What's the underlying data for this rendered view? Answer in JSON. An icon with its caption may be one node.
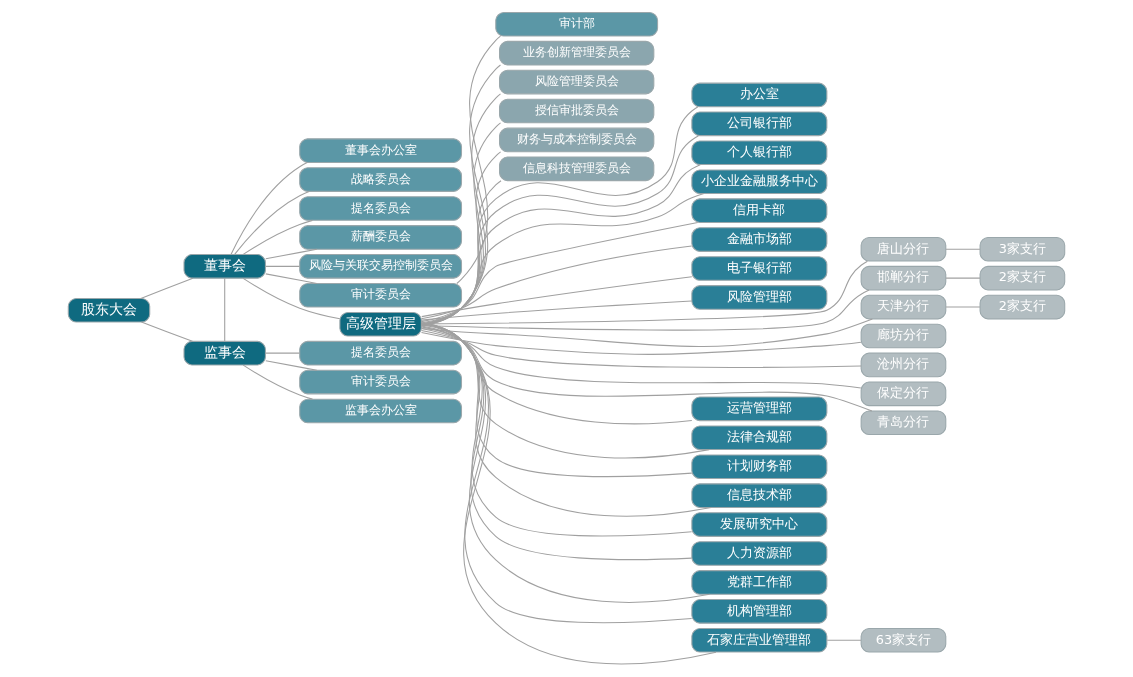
{
  "diagram": {
    "nodes": [
      {
        "text": [
          "股东大会"
        ]
      },
      {
        "text": [
          "董事会"
        ]
      },
      {
        "text": [
          "董事会办公室"
        ]
      },
      {
        "text": [
          "战略委员会"
        ]
      },
      {
        "text": [
          "提名委员会"
        ]
      },
      {
        "text": [
          "薪酬委员会"
        ]
      },
      {
        "text": [
          "风险与关联交易控制委员会"
        ]
      },
      {
        "text": [
          "审计委员会"
        ]
      },
      {
        "text": [
          "审计部"
        ]
      },
      {
        "text": [
          "高级管理层"
        ]
      },
      {
        "text": [
          "业务创新管理委员会"
        ]
      },
      {
        "text": [
          "风险管理委员会"
        ]
      },
      {
        "text": [
          "授信审批委员会"
        ]
      },
      {
        "text": [
          "财务与成本控制委员会"
        ]
      },
      {
        "text": [
          "信息科技管理委员会"
        ]
      },
      {
        "text": [
          "办公室"
        ]
      },
      {
        "text": [
          "公司银行部"
        ]
      },
      {
        "text": [
          "个人银行部"
        ]
      },
      {
        "text": [
          "小企业金融服务中心"
        ]
      },
      {
        "text": [
          "信用卡部"
        ]
      },
      {
        "text": [
          "金融市场部"
        ]
      },
      {
        "text": [
          "电子银行部"
        ]
      },
      {
        "text": [
          "风险管理部"
        ]
      },
      {
        "text": [
          "运营管理部"
        ]
      },
      {
        "text": [
          "法律合规部"
        ]
      },
      {
        "text": [
          "计划财务部"
        ]
      },
      {
        "text": [
          "信息技术部"
        ]
      },
      {
        "text": [
          "发展研究中心"
        ]
      },
      {
        "text": [
          "人力资源部"
        ]
      },
      {
        "text": [
          "党群工作部"
        ]
      },
      {
        "text": [
          "机构管理部"
        ]
      },
      {
        "text": [
          "石家庄营业管理部"
        ]
      },
      {
        "text": [
          "63家支行"
        ]
      },
      {
        "text": [
          "唐山分行"
        ]
      },
      {
        "text": [
          "邯郸分行"
        ]
      },
      {
        "text": [
          "天津分行"
        ]
      },
      {
        "text": [
          "廊坊分行"
        ]
      },
      {
        "text": [
          "沧州分行"
        ]
      },
      {
        "text": [
          "保定分行"
        ]
      },
      {
        "text": [
          "青岛分行"
        ]
      },
      {
        "text": [
          "3家支行"
        ]
      },
      {
        "text": [
          "2家支行"
        ]
      },
      {
        "text": [
          "2家支行"
        ]
      },
      {
        "text": [
          "监事会"
        ]
      },
      {
        "text": [
          "提名委员会"
        ]
      },
      {
        "text": [
          "审计委员会"
        ]
      },
      {
        "text": [
          "监事会办公室"
        ]
      }
    ],
    "edges": [
      {
        "from": 0,
        "to": 1,
        "arrow": "none"
      },
      {
        "from": 0,
        "to": 43,
        "arrow": "none"
      },
      {
        "from": 1,
        "to": 2,
        "arrow": "none"
      },
      {
        "from": 1,
        "to": 3,
        "arrow": "none"
      },
      {
        "from": 1,
        "to": 4,
        "arrow": "none"
      },
      {
        "from": 1,
        "to": 5,
        "arrow": "none"
      },
      {
        "from": 1,
        "to": 6,
        "arrow": "none"
      },
      {
        "from": 1,
        "to": 7,
        "arrow": "none"
      },
      {
        "from": 7,
        "to": 8,
        "arrow": "none"
      },
      {
        "from": 1,
        "to": 9,
        "arrow": "none"
      },
      {
        "from": 1,
        "to": 43,
        "arrow": "none"
      },
      {
        "from": 9,
        "to": 10,
        "arrow": "none"
      },
      {
        "from": 9,
        "to": 11,
        "arrow": "none"
      },
      {
        "from": 9,
        "to": 12,
        "arrow": "none"
      },
      {
        "from": 9,
        "to": 13,
        "arrow": "none"
      },
      {
        "from": 9,
        "to": 14,
        "arrow": "none"
      },
      {
        "from": 9,
        "to": 15,
        "arrow": "none"
      },
      {
        "from": 9,
        "to": 16,
        "arrow": "none"
      },
      {
        "from": 9,
        "to": 17,
        "arrow": "none"
      },
      {
        "from": 9,
        "to": 18,
        "arrow": "none"
      },
      {
        "from": 9,
        "to": 19,
        "arrow": "none"
      },
      {
        "from": 9,
        "to": 20,
        "arrow": "none"
      },
      {
        "from": 9,
        "to": 21,
        "arrow": "none"
      },
      {
        "from": 9,
        "to": 22,
        "arrow": "none"
      },
      {
        "from": 9,
        "to": 33,
        "arrow": "none"
      },
      {
        "from": 9,
        "to": 34,
        "arrow": "none"
      },
      {
        "from": 9,
        "to": 35,
        "arrow": "none"
      },
      {
        "from": 9,
        "to": 36,
        "arrow": "none"
      },
      {
        "from": 9,
        "to": 37,
        "arrow": "none"
      },
      {
        "from": 9,
        "to": 38,
        "arrow": "none"
      },
      {
        "from": 9,
        "to": 39,
        "arrow": "none"
      },
      {
        "from": 9,
        "to": 23,
        "arrow": "none"
      },
      {
        "from": 9,
        "to": 24,
        "arrow": "none"
      },
      {
        "from": 9,
        "to": 25,
        "arrow": "none"
      },
      {
        "from": 9,
        "to": 26,
        "arrow": "none"
      },
      {
        "from": 9,
        "to": 27,
        "arrow": "none"
      },
      {
        "from": 9,
        "to": 28,
        "arrow": "none"
      },
      {
        "from": 9,
        "to": 29,
        "arrow": "none"
      },
      {
        "from": 9,
        "to": 30,
        "arrow": "none"
      },
      {
        "from": 9,
        "to": 31,
        "arrow": "none"
      },
      {
        "from": 31,
        "to": 32,
        "arrow": "none"
      },
      {
        "from": 33,
        "to": 40,
        "arrow": "none"
      },
      {
        "from": 34,
        "to": 41,
        "arrow": "none"
      },
      {
        "from": 35,
        "to": 42,
        "arrow": "none"
      },
      {
        "from": 43,
        "to": 44,
        "arrow": "none"
      },
      {
        "from": 43,
        "to": 45,
        "arrow": "none"
      },
      {
        "from": 43,
        "to": 46,
        "arrow": "none"
      }
    ]
  }
}
